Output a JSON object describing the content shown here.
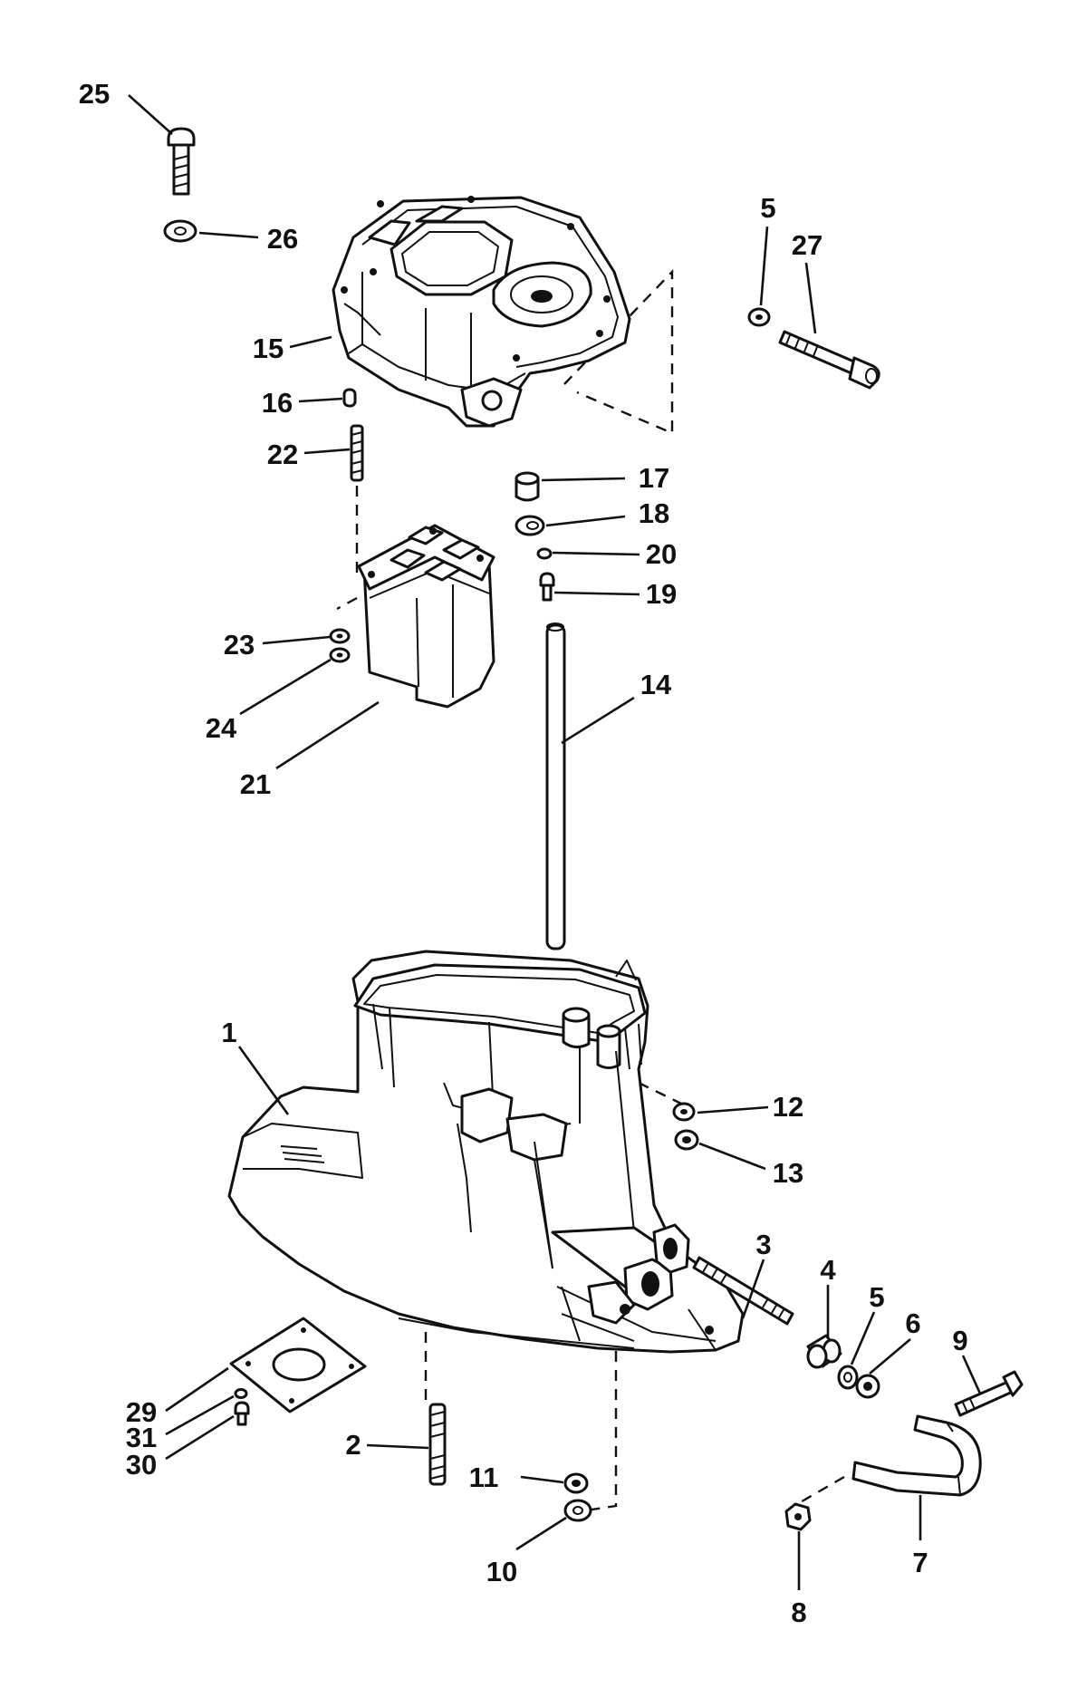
{
  "diagram": {
    "type": "exploded-parts-view",
    "callouts": [
      {
        "id": "c1",
        "label": "1"
      },
      {
        "id": "c2",
        "label": "2"
      },
      {
        "id": "c3",
        "label": "3"
      },
      {
        "id": "c4",
        "label": "4"
      },
      {
        "id": "c5a",
        "label": "5"
      },
      {
        "id": "c5b",
        "label": "5"
      },
      {
        "id": "c6",
        "label": "6"
      },
      {
        "id": "c7",
        "label": "7"
      },
      {
        "id": "c8",
        "label": "8"
      },
      {
        "id": "c9",
        "label": "9"
      },
      {
        "id": "c10",
        "label": "10"
      },
      {
        "id": "c11",
        "label": "11"
      },
      {
        "id": "c12",
        "label": "12"
      },
      {
        "id": "c13",
        "label": "13"
      },
      {
        "id": "c14",
        "label": "14"
      },
      {
        "id": "c15",
        "label": "15"
      },
      {
        "id": "c16",
        "label": "16"
      },
      {
        "id": "c17",
        "label": "17"
      },
      {
        "id": "c18",
        "label": "18"
      },
      {
        "id": "c19",
        "label": "19"
      },
      {
        "id": "c20",
        "label": "20"
      },
      {
        "id": "c21",
        "label": "21"
      },
      {
        "id": "c22",
        "label": "22"
      },
      {
        "id": "c23",
        "label": "23"
      },
      {
        "id": "c24",
        "label": "24"
      },
      {
        "id": "c25",
        "label": "25"
      },
      {
        "id": "c26",
        "label": "26"
      },
      {
        "id": "c27",
        "label": "27"
      },
      {
        "id": "c29",
        "label": "29"
      },
      {
        "id": "c30",
        "label": "30"
      },
      {
        "id": "c31",
        "label": "31"
      }
    ]
  }
}
